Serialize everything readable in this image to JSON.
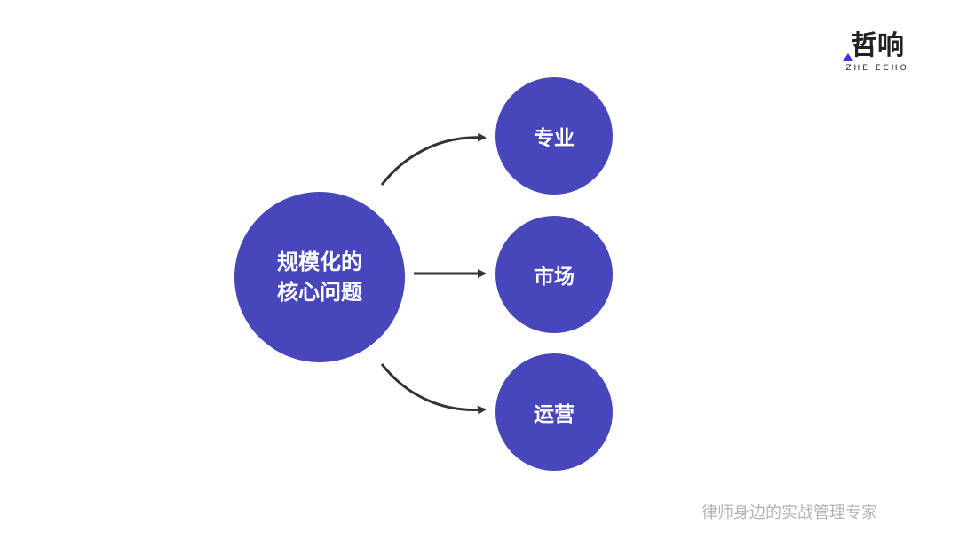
{
  "logo": {
    "main": "哲响",
    "sub": "ZHE ECHO"
  },
  "center_node": {
    "line1": "规模化的",
    "line2": "核心问题"
  },
  "branches": [
    {
      "label": "专业"
    },
    {
      "label": "市场"
    },
    {
      "label": "运营"
    }
  ],
  "footer": "律师身边的实战管理专家",
  "colors": {
    "node": "#4846bb",
    "arrow": "#333333",
    "footer": "#b3b3b3"
  }
}
